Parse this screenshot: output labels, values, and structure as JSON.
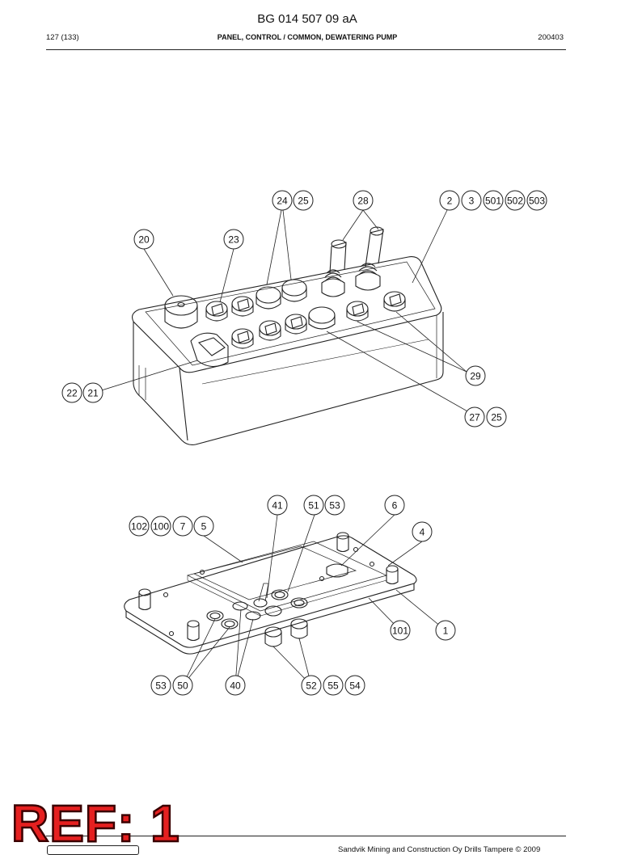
{
  "header": {
    "doc_id": "BG 014 507 09 aA",
    "page": "127 (133)",
    "title": "PANEL, CONTROL / COMMON, DEWATERING PUMP",
    "date_code": "200403"
  },
  "callouts": {
    "top": [
      "24",
      "25",
      "28",
      "2",
      "3",
      "501",
      "502",
      "503",
      "20",
      "23",
      "29",
      "22",
      "21",
      "27",
      "25"
    ],
    "bottom": [
      "41",
      "51",
      "53",
      "6",
      "102",
      "100",
      "7",
      "5",
      "4",
      "101",
      "1",
      "53",
      "50",
      "40",
      "52",
      "55",
      "54"
    ]
  },
  "stamp": {
    "text": "REF: 1"
  },
  "footer": {
    "copyright": "Sandvik Mining and Construction Oy Drills Tampere © 2009"
  }
}
